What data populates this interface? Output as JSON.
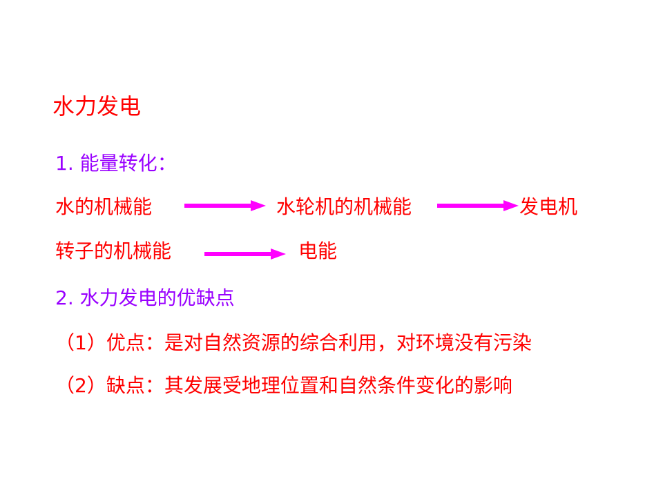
{
  "colors": {
    "red": "#ff0000",
    "purple": "#9900ff",
    "arrow": "#ff00ff"
  },
  "title": "水力发电",
  "section1": {
    "heading": "1. 能量转化：",
    "flow_line1": [
      "水的机械能",
      "水轮机的机械能",
      "发电机"
    ],
    "flow_line2": [
      "转子的机械能",
      "电能"
    ]
  },
  "section2": {
    "heading": "2. 水力发电的优缺点",
    "items": [
      "（1）优点：是对自然资源的综合利用，对环境没有污染",
      "（2）缺点：其发展受地理位置和自然条件变化的影响"
    ]
  }
}
